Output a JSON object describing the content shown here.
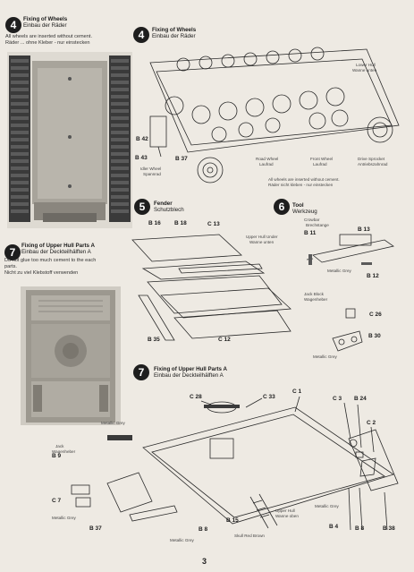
{
  "step4_left": {
    "number": "4",
    "title_en": "Fixing of Wheels",
    "title_de": "Einbau der Räder",
    "note_en": "All wheels are inserted without cement.",
    "note_de": "Räder ... ohne Kleber - nur einstecken"
  },
  "step7_left": {
    "number": "7",
    "title_en": "Fixing of Upper Hull Parts A",
    "title_de": "Einbau der Deckteilhälften A",
    "note_en_1": "Do not glue too much cement to the each",
    "note_en_2": "parts.",
    "note_de": "Nicht zu viel Klebstoff verwenden"
  },
  "step4_right": {
    "number": "4",
    "title_en": "Fixing of Wheels",
    "title_de": "Einbau der Räder",
    "labels": {
      "lower_hull": "Lower Hull",
      "lower_hull_de": "Wanne unten",
      "b42": "B 42",
      "b43": "B 43",
      "b37": "B 37",
      "idler_wheel": "Idler Wheel",
      "idler_wheel_de": "Spannrad",
      "road_wheel": "Road Wheel",
      "road_wheel_de": "Laufrad",
      "front_wheel": "Front Wheel",
      "front_wheel_de": "Laufrad",
      "drive_sprocket": "Drive Sprocket",
      "drive_sprocket_de": "Antriebszahnrad",
      "note_en": "All wheels are inserted without cement.",
      "note_de": "Räder nicht kleben - nur einstecken"
    }
  },
  "step5": {
    "number": "5",
    "title_en": "Fender",
    "title_de": "Schutzblech",
    "labels": {
      "b16": "B 16",
      "b18": "B 18",
      "c13": "C 13",
      "b35": "B 35",
      "c12": "C 12",
      "upper_hull_under": "Upper Hull Under",
      "upper_hull_under_de": "Wanne unten"
    }
  },
  "step6": {
    "number": "6",
    "title_en": "Tool",
    "title_de": "Werkzeug",
    "labels": {
      "crowbar": "Crowbar",
      "crowbar_de": "Brechstange",
      "b11": "B 11",
      "b13": "B 13",
      "metallic_grey": "Metallic Grey",
      "b12": "B 12",
      "jack_block": "Jack Block",
      "jack_block_de": "Wagenheber",
      "c26": "C 26",
      "b30": "B 30",
      "metallic_grey_2": "Metallic Grey"
    }
  },
  "step7_right": {
    "number": "7",
    "title_en": "Fixing of Upper Hull Parts A",
    "title_de": "Einbau der Deckteilhälften A",
    "labels": {
      "c28": "C 28",
      "c33": "C 33",
      "c1": "C 1",
      "c3": "C 3",
      "b24": "B 24",
      "c2": "C 2",
      "metallic_grey": "Metallic Grey",
      "jack": "Jack",
      "jack_de": "Wagenheber",
      "b9": "B 9",
      "c7": "C 7",
      "metallic_grey_2": "Metallic Grey",
      "b37": "B 37",
      "metallic_grey_3": "Metallic Grey",
      "b8_a": "B 8",
      "b15": "B 15",
      "skull_red_brown": "Skull Red Brown",
      "upper_hull": "Upper Hull",
      "upper_hull_de": "Wanne oben",
      "metallic_grey_4": "Metallic Grey",
      "b4": "B 4",
      "b8_b": "B 8",
      "b38": "B 38"
    }
  },
  "page_number": "3"
}
